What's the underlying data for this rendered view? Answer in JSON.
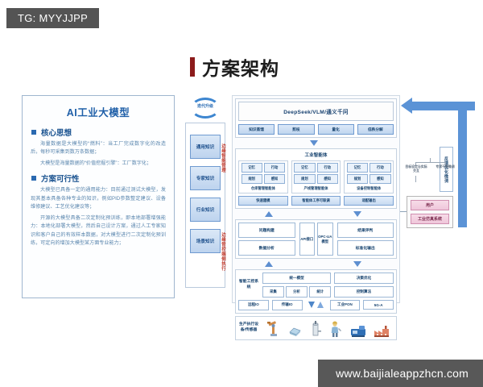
{
  "watermarks": {
    "top_left": "TG: MYYJJPP",
    "bottom_right": "www.baijialeappzhcn.com"
  },
  "header": {
    "title": "方案架构",
    "accent_color": "#8c1b1b"
  },
  "left_panel": {
    "title": "AI工业大模型",
    "sections": [
      {
        "heading": "核心思想",
        "paragraphs": [
          "海量数据是大模型的“燃料”：当工厂完成数字化的改造后，每秒可采集到数万条数据；",
          "大模型是海量数据的“价值挖掘引擎”：工厂数字化；"
        ]
      },
      {
        "heading": "方案可行性",
        "paragraphs": [
          "大模型已具备一定的通用能力：目前通过测试大模型，发现其基本具备各种专业的知识，例如PID参数整定建议、设备维修建议、工艺优化建议等；",
          "开源的大模型具备二次定制化预训练，即本地部署增强能力：本地化部署大模型，然后自己设计方案，通过人工专家知识和客户自己的有效样本数据，对大模型进行二次定制化预训练，可定向的增加大模型某方面专业能力；"
        ]
      }
    ]
  },
  "knowledge_column": {
    "cycle_label": "迭代升级",
    "items": [
      "通用知识",
      "专家知识",
      "行业知识",
      "场景知识"
    ],
    "side_labels": [
      "边缘智能管理",
      "边缘管控端侧执行"
    ],
    "side_label_color": "#c0392b"
  },
  "architecture": {
    "llm": {
      "title": "DeepSeek/VLM/通义千问",
      "techniques": [
        "知识蒸馏",
        "剪枝",
        "量化",
        "低秩分解"
      ]
    },
    "agents_section": {
      "title": "工业智能体",
      "capabilities": [
        "记忆",
        "行动",
        "规划",
        "感知"
      ],
      "agents": [
        "仓库管理智能体",
        "产线管理智能体",
        "设备控制智能体"
      ],
      "footer": [
        "快速建模",
        "智能体工序可联调",
        "适配输出"
      ]
    },
    "middle": {
      "left_boxes": [
        "问题构建",
        "数据分析"
      ],
      "center_boxes": [
        "API接口",
        "OPC-UA模型"
      ],
      "right_boxes": [
        "结果评判",
        "标准化输出"
      ]
    },
    "control": {
      "label": "智能工控系统",
      "left_main": "统一模型",
      "left_trio": [
        "采集",
        "分析",
        "统计"
      ],
      "right_boxes": [
        "决策优化",
        "控制算法"
      ],
      "network": [
        "远程IO",
        "传输IO",
        "工业PON",
        "5G-A"
      ]
    },
    "execution": {
      "label": "生产执行设备/传感器",
      "icons": [
        "robot-arm-icon",
        "conveyor-icon",
        "tank-icon",
        "worker-icon",
        "cnc-machine-icon",
        "factory-icon"
      ]
    }
  },
  "feedback": {
    "vertical_label": "反馈优化微调",
    "tree_items": [
      "目标设定与实际交互",
      "专家干预微调"
    ],
    "actors": [
      "用户",
      "工业仿真系统"
    ],
    "accent_color": "#5b93d6"
  }
}
